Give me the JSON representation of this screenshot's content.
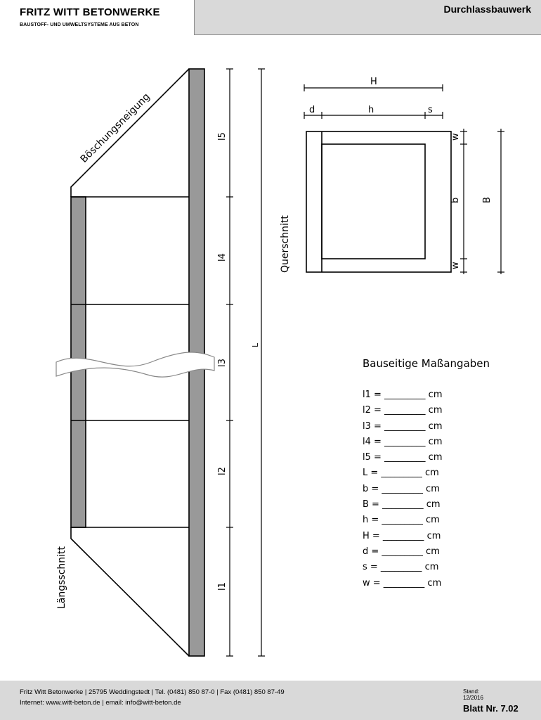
{
  "header": {
    "company_name": "FRITZ WITT BETONWERKE",
    "company_tagline": "BAUSTOFF- UND UMWELTSYSTEME AUS BETON",
    "document_title": "Durchlassbauwerk"
  },
  "longitudinal_section": {
    "view_label": "Längsschnitt",
    "slope_label": "Böschungsneigung",
    "segment_labels": [
      "l5",
      "l4",
      "l3",
      "l2",
      "l1"
    ],
    "total_length_label": "L"
  },
  "cross_section": {
    "view_label": "Querschnitt",
    "labels": {
      "H": "H",
      "d": "d",
      "h": "h",
      "s": "s",
      "w_top": "w",
      "b": "b",
      "w_bottom": "w",
      "B": "B"
    }
  },
  "form": {
    "title": "Bauseitige Maßangaben",
    "fields": [
      "l1 = _________ cm",
      "l2 = _________ cm",
      "l3 = _________ cm",
      "l4 = _________ cm",
      "l5 = _________ cm",
      "L = _________ cm",
      "b = _________ cm",
      "B = _________ cm",
      "h = _________ cm",
      "H = _________ cm",
      "d = _________ cm",
      "s = _________ cm",
      "w = _________ cm"
    ]
  },
  "footer": {
    "contact_line": "Fritz Witt Betonwerke  |  25795 Weddingstedt  |  Tel. (0481) 850 87-0  |  Fax (0481) 850 87-49",
    "web_line": "Internet: www.witt-beton.de  |  email: info@witt-beton.de",
    "stand_label": "Stand:",
    "stand_date": "12/2016",
    "sheet_number": "Blatt Nr. 7.02"
  },
  "colors": {
    "wall_fill": "#999999",
    "header_gray": "#d9d9d9",
    "line": "#000000"
  }
}
